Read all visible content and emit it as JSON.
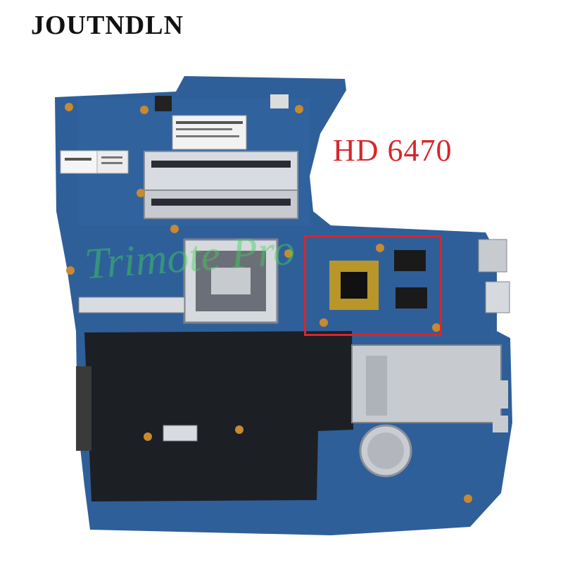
{
  "brand": "JOUTNDLN",
  "highlight_label": "HD 6470",
  "watermark": "Trimote Pro",
  "colors": {
    "board": "#2f5f99",
    "board_dark": "#244c80",
    "highlight": "#d7262b",
    "label": "#d7262b",
    "shield": "#1c1f24",
    "silver": "#c7cbd0",
    "watermark": "#3fd35a"
  },
  "icons": [
    "motherboard-image",
    "gpu-chip-icon",
    "cpu-socket-icon",
    "coin-battery-icon"
  ]
}
